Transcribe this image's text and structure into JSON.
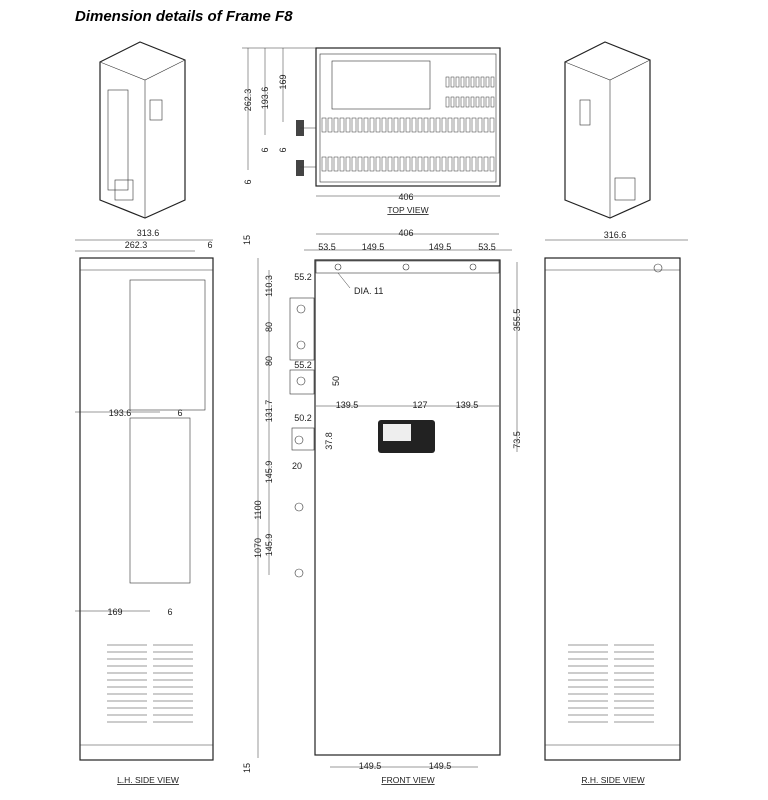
{
  "title": "Dimension details of Frame F8",
  "views": {
    "top": "TOP VIEW",
    "front": "FRONT VIEW",
    "lh": "L.H. SIDE VIEW",
    "rh": "R.H. SIDE VIEW"
  },
  "top_dims": {
    "h_total": "262.3",
    "h_1": "193.6",
    "h_2": "169",
    "gap_a": "6",
    "gap_b": "6",
    "gap_c": "6",
    "width": "406"
  },
  "lh_dims": {
    "overall": "313.6",
    "upper": "262.3",
    "upper_gap": "6",
    "mid": "193.6",
    "mid_gap": "6",
    "lower": "169",
    "lower_gap": "6"
  },
  "front_dims": {
    "top_margin": "15",
    "width": "406",
    "hole_edge_l": "53.5",
    "hole_pitch_1": "149.5",
    "hole_pitch_2": "149.5",
    "hole_edge_r": "53.5",
    "hole_dia": "DIA. 11",
    "bus_w1": "55.2",
    "bus_top": "110.3",
    "bus_pitch1": "80",
    "bus_pitch2": "80",
    "bus_w2": "55.2",
    "bus_h2": "50",
    "disp_left": "139.5",
    "disp_w": "127",
    "disp_right": "139.5",
    "bus_gap": "131.7",
    "bus_w3": "50.2",
    "bus_h3": "37.8",
    "bus_off": "20",
    "bus_pitch3": "145.9",
    "bus_pitch4": "145.9",
    "height_outer": "1100",
    "height_inner": "1070",
    "disp_top": "355.5",
    "disp_h": "73.5",
    "bottom_margin": "15",
    "foot_pitch1": "149.5",
    "foot_pitch2": "149.5"
  },
  "rh_dims": {
    "overall": "316.6"
  }
}
